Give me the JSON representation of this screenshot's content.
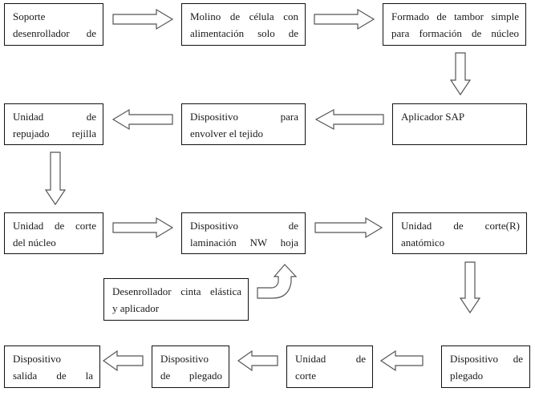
{
  "diagram": {
    "type": "process-flowchart",
    "nodes": [
      {
        "id": "b1",
        "lines": [
          "Soporte",
          "desenrollador de"
        ]
      },
      {
        "id": "b2",
        "lines": [
          "Molino de célula con",
          "alimentación solo de"
        ]
      },
      {
        "id": "b3",
        "lines": [
          "Formado de tambor simple",
          "para formación de núcleo"
        ]
      },
      {
        "id": "b6",
        "lines": [
          "Aplicador SAP"
        ]
      },
      {
        "id": "b5",
        "lines": [
          "Dispositivo para",
          "envolver el tejido"
        ]
      },
      {
        "id": "b4",
        "lines": [
          "Unidad de",
          "repujado rejilla"
        ]
      },
      {
        "id": "b7",
        "lines": [
          "Unidad de corte",
          "del núcleo"
        ]
      },
      {
        "id": "b8",
        "lines": [
          "Dispositivo de",
          "laminación NW hoja"
        ]
      },
      {
        "id": "b10",
        "lines": [
          "Desenrollador cinta elástica",
          "y aplicador"
        ]
      },
      {
        "id": "b9",
        "lines": [
          "Unidad de corte(R)",
          "anatómico"
        ]
      },
      {
        "id": "b14",
        "lines": [
          "Dispositivo de",
          "plegado"
        ]
      },
      {
        "id": "b13",
        "lines": [
          "Unidad de",
          "corte"
        ]
      },
      {
        "id": "b12",
        "lines": [
          "Dispositivo",
          "de plegado"
        ]
      },
      {
        "id": "b11",
        "lines": [
          "Dispositivo",
          "salida de la"
        ]
      }
    ],
    "edges": [
      {
        "from": "b1",
        "to": "b2",
        "direction": "right"
      },
      {
        "from": "b2",
        "to": "b3",
        "direction": "right"
      },
      {
        "from": "b3",
        "to": "b6",
        "direction": "down"
      },
      {
        "from": "b6",
        "to": "b5",
        "direction": "left"
      },
      {
        "from": "b5",
        "to": "b4",
        "direction": "left"
      },
      {
        "from": "b4",
        "to": "b7",
        "direction": "down"
      },
      {
        "from": "b7",
        "to": "b8",
        "direction": "right"
      },
      {
        "from": "b10",
        "to": "b8",
        "direction": "curved-up"
      },
      {
        "from": "b8",
        "to": "b9",
        "direction": "right"
      },
      {
        "from": "b9",
        "to": "b14",
        "direction": "down"
      },
      {
        "from": "b14",
        "to": "b13",
        "direction": "left"
      },
      {
        "from": "b13",
        "to": "b12",
        "direction": "left"
      },
      {
        "from": "b12",
        "to": "b11",
        "direction": "left"
      }
    ],
    "colors": {
      "border": "#111111",
      "arrow_stroke": "#555555",
      "text": "#1a1a1a"
    }
  }
}
